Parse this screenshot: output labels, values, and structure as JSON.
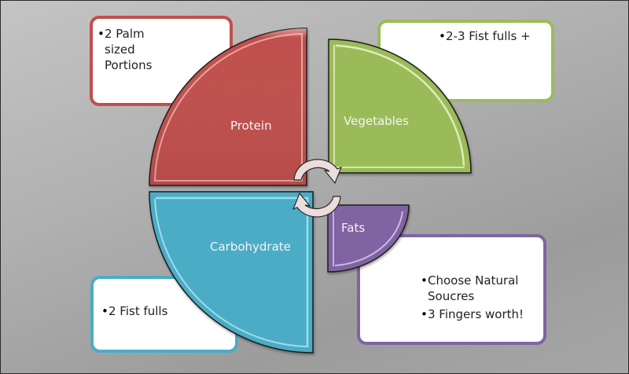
{
  "diagram": {
    "title": "",
    "center_icon": "cycle-arrows-icon",
    "segments": [
      {
        "id": "protein",
        "label": "Protein",
        "color": "#c0504d",
        "note": {
          "bullets": [
            "2 Palm sized Portions"
          ]
        }
      },
      {
        "id": "vegetables",
        "label": "Vegetables",
        "color": "#9bbb59",
        "note": {
          "bullets": [
            "2-3 Fist fulls +"
          ]
        }
      },
      {
        "id": "carbohydrate",
        "label": "Carbohydrate",
        "color": "#4bacc6",
        "note": {
          "bullets": [
            "2 Fist fulls"
          ]
        }
      },
      {
        "id": "fats",
        "label": "Fats",
        "color": "#8064a2",
        "note": {
          "bullets": [
            "Choose Natural Soucres",
            "3 Fingers worth!"
          ]
        }
      }
    ]
  }
}
